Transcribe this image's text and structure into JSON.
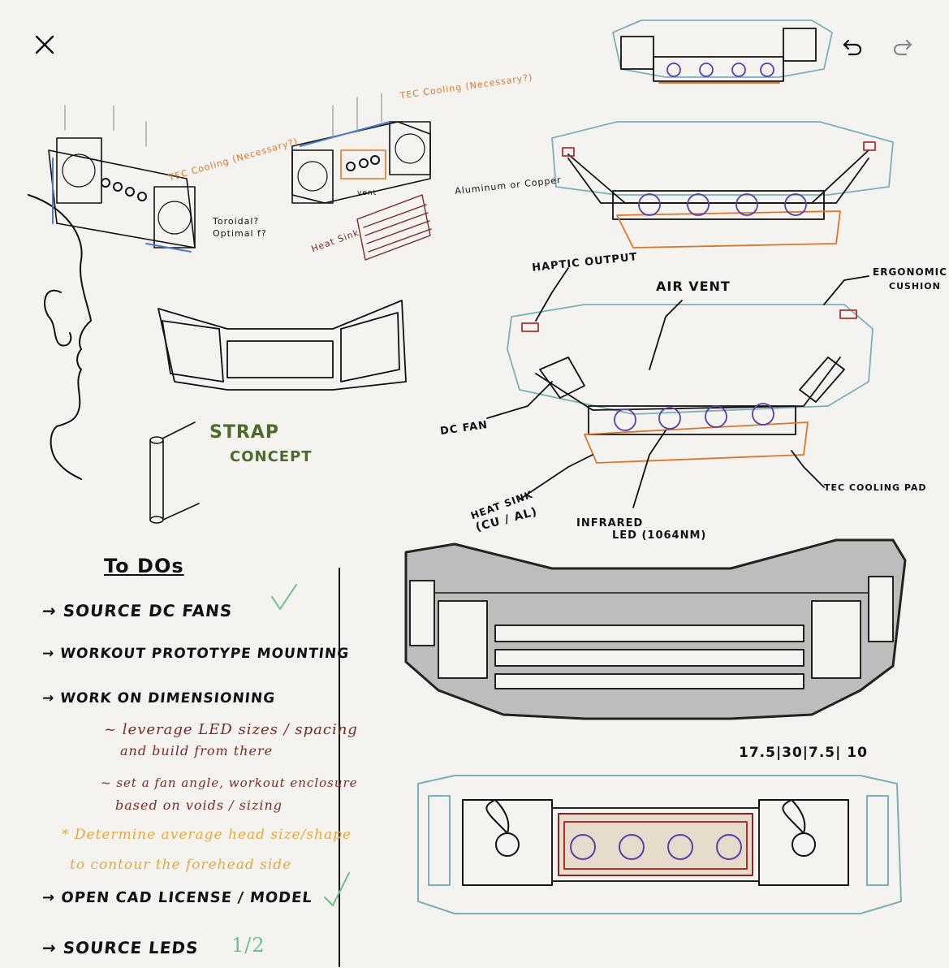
{
  "toolbar": {
    "close_icon": "close-icon",
    "undo_icon": "undo-icon",
    "redo_icon": "redo-icon"
  },
  "sketch_notes": {
    "tec_cooling_1": "TEC Cooling (Necessary?)",
    "tec_cooling_2": "TEC Cooling (Necessary?)",
    "toroidal": "Toroidal? Optimal f?",
    "aluminum": "Aluminum or Copper",
    "heat_sink_small": "Heat Sink",
    "vent_small": "vent"
  },
  "strap": {
    "line1": "STRAP",
    "line2": "CONCEPT"
  },
  "diagram_labels": {
    "haptic_output": "HAPTIC OUTPUT",
    "air_vent": "AIR VENT",
    "ergonomic_cushion_1": "ERGONOMIC",
    "ergonomic_cushion_2": "CUSHION",
    "dc_fan": "DC FAN",
    "heat_sink_1": "HEAT SINK",
    "heat_sink_2": "(Cu / Al)",
    "infrared_1": "INFRARED",
    "infrared_2": "LED (1064nm)",
    "tec_pad": "TEC COOLING PAD"
  },
  "dimensions": "17.5|30|7.5| 10",
  "todos": {
    "title": "To DOs",
    "items": [
      "→ Source DC Fans",
      "→ Workout prototype mounting",
      "→ Work on Dimensioning",
      "→ Open CAD License / Model",
      "→ Source LEDs"
    ],
    "sub_notes": [
      "~ leverage LED sizes / spacing",
      "and build from there",
      "~ set a fan angle, workout enclosure",
      "based on voids / sizing",
      "* Determine average head size/shape",
      "to contour the forehead side"
    ],
    "fraction": "1/2"
  },
  "colors": {
    "ink": "#111111",
    "orange": "#d9782b",
    "blue": "#4a7bd0",
    "purple": "#5a3fa8",
    "brown": "#7a2a22",
    "yellow": "#e6a93a",
    "green": "#4a6b2a",
    "teal": "#5fa0a8",
    "check": "#6cc08a"
  }
}
